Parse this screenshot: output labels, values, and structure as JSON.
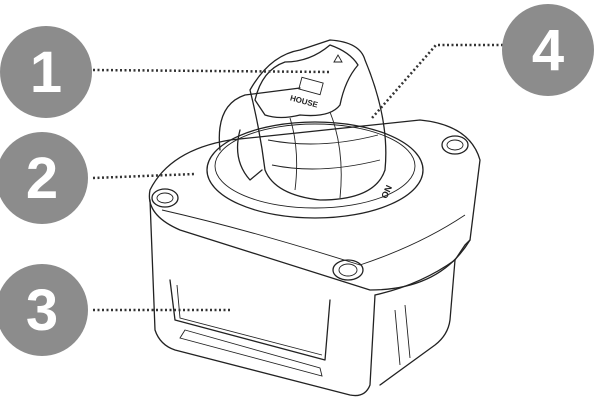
{
  "callouts": [
    {
      "number": "1"
    },
    {
      "number": "2"
    },
    {
      "number": "3"
    },
    {
      "number": "4"
    }
  ],
  "knob": {
    "label": "HOUSE",
    "position_mark": "ON"
  },
  "colors": {
    "badge": "#8c8c8c",
    "line": "#222222"
  }
}
